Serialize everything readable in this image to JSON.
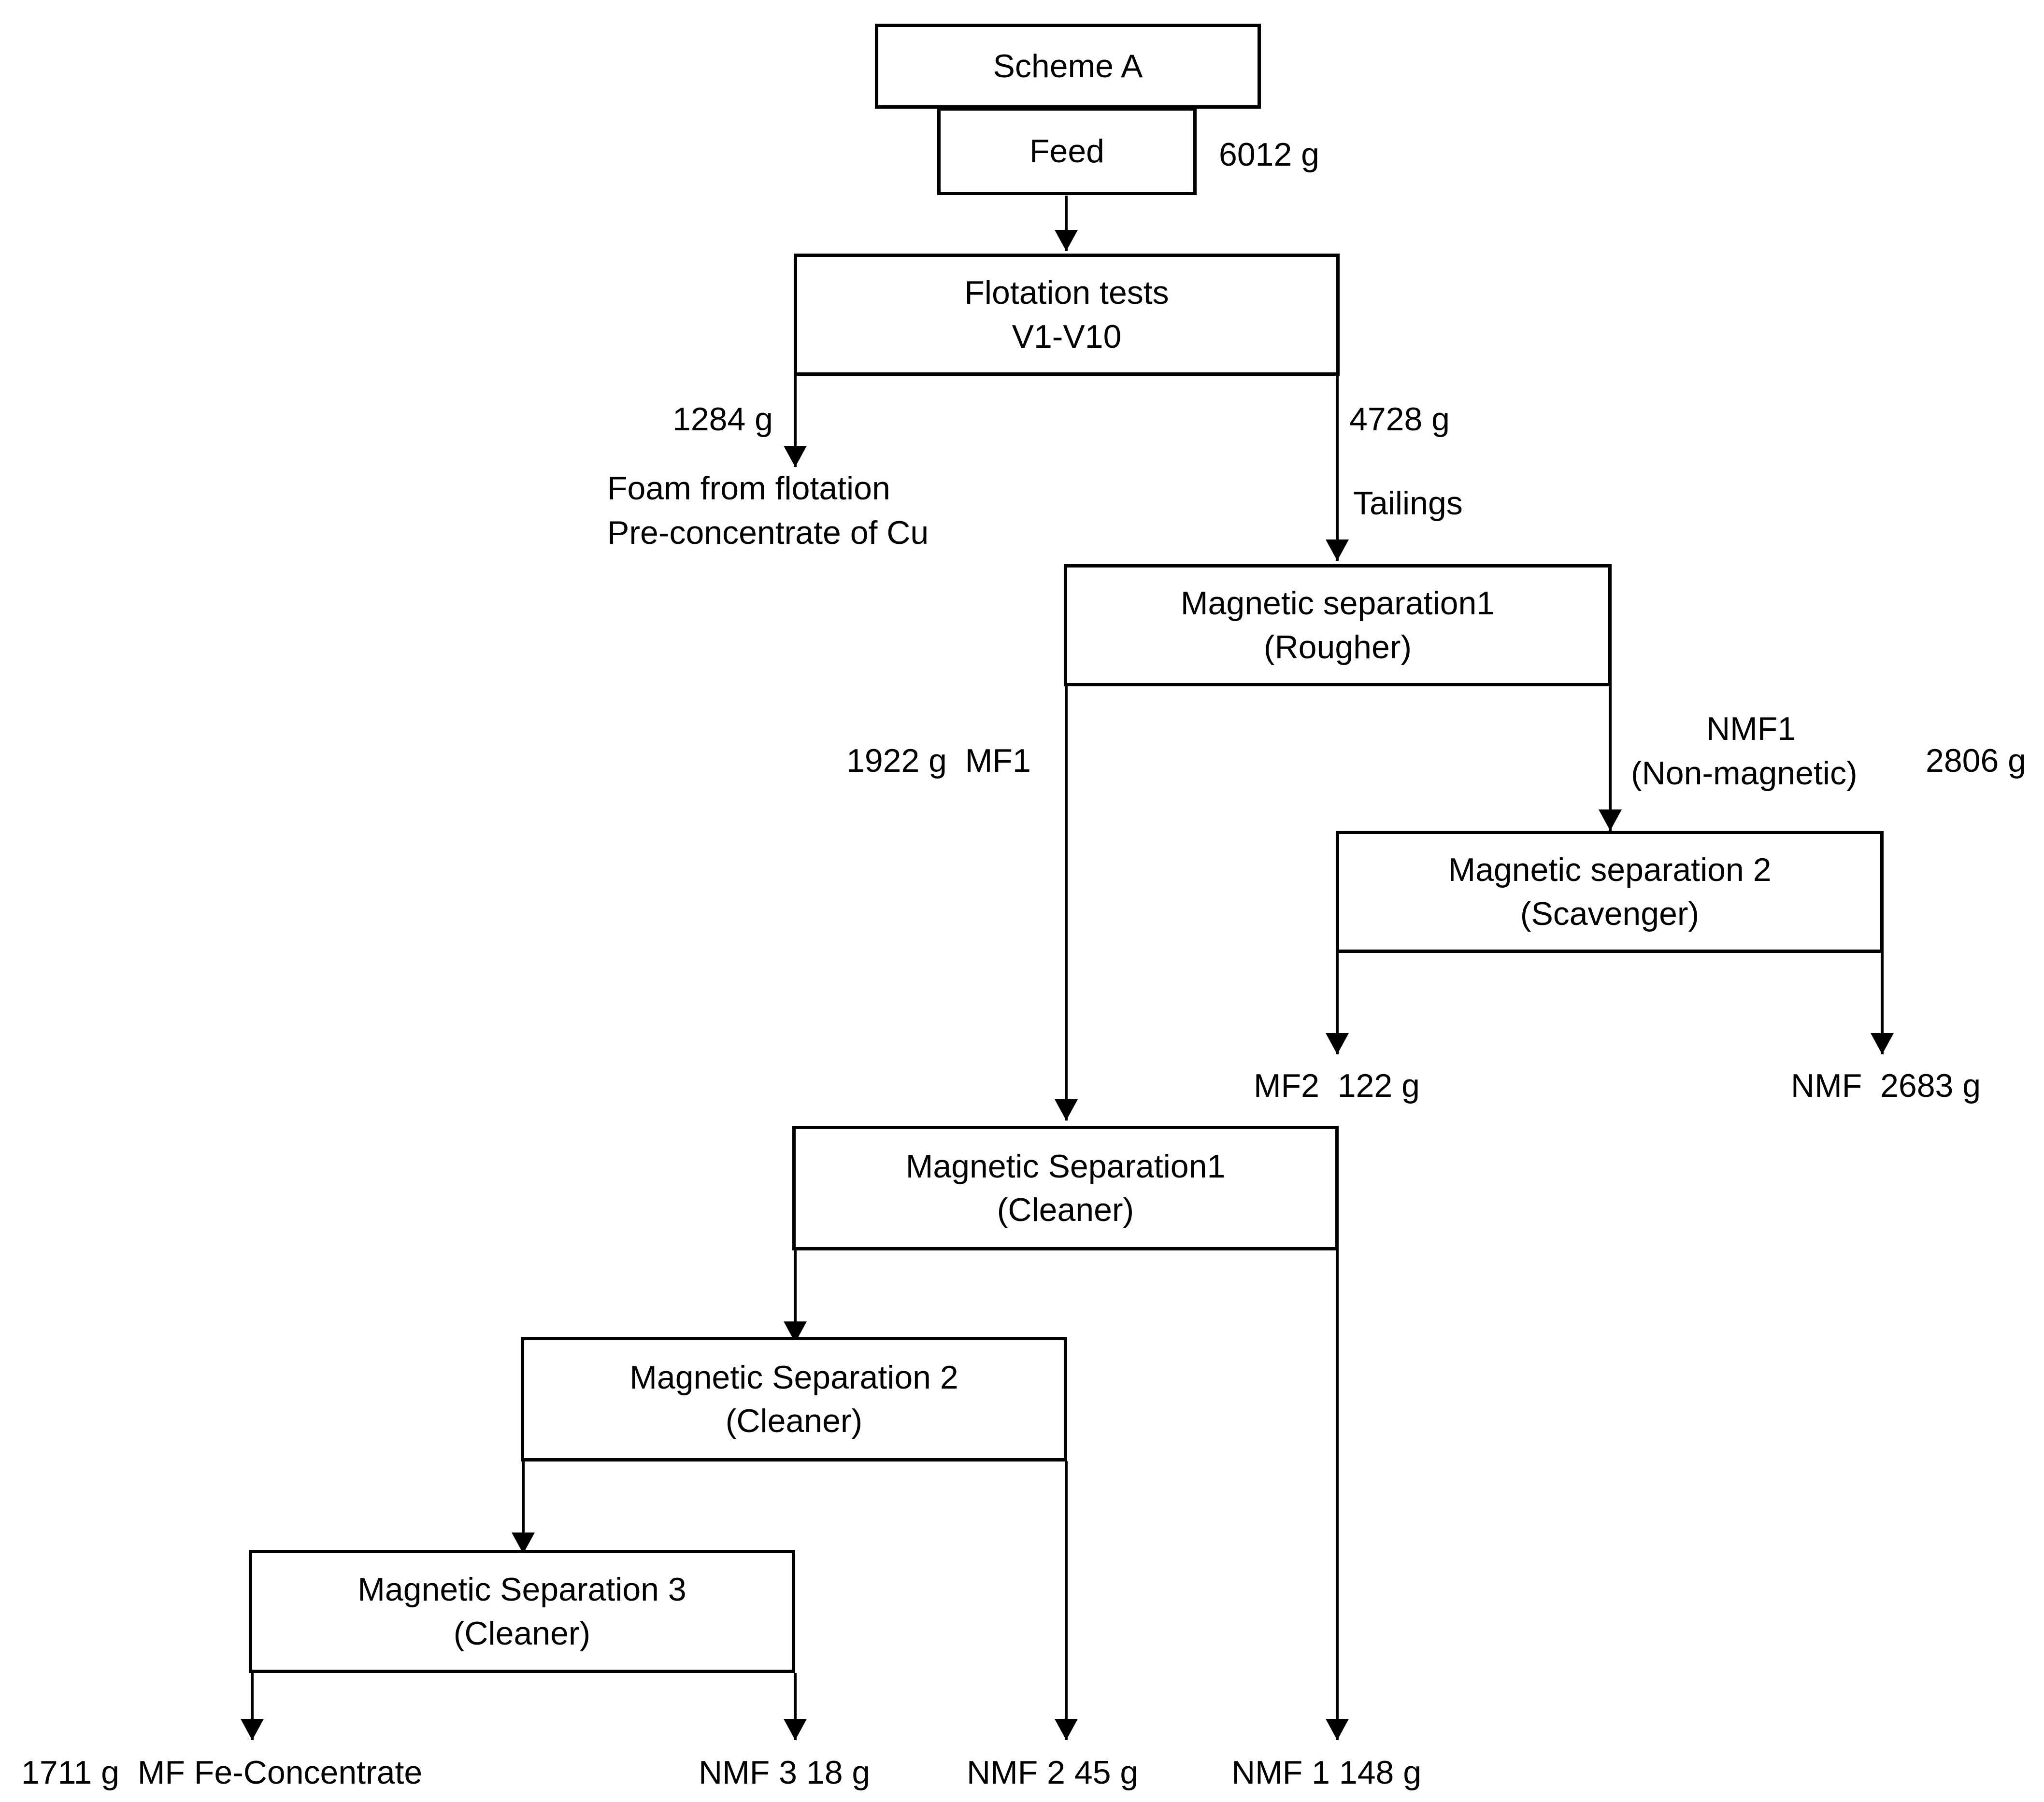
{
  "diagram": {
    "title": "Scheme A",
    "nodes": {
      "feed": "Feed",
      "flotation": [
        "Flotation tests",
        "V1-V10"
      ],
      "mag_rougher": [
        "Magnetic separation1",
        "(Rougher)"
      ],
      "mag_scavenger": [
        "Magnetic separation 2",
        "(Scavenger)"
      ],
      "mag_cleaner1": [
        "Magnetic Separation1",
        "(Cleaner)"
      ],
      "mag_cleaner2": [
        "Magnetic Separation 2",
        "(Cleaner)"
      ],
      "mag_cleaner3": [
        "Magnetic Separation 3",
        "(Cleaner)"
      ]
    },
    "labels": {
      "feed_mass": "6012 g",
      "froth_mass": "1284 g",
      "froth_text": [
        "Foam from flotation",
        "Pre-concentrate of Cu"
      ],
      "tailings_mass": "4728 g",
      "tailings_text": "Tailings",
      "mf1": "1922 g  MF1",
      "nmf1_text": [
        "NMF1",
        "(Non-magnetic)"
      ],
      "nmf1_mass": "2806 g",
      "mf2": "MF2  122 g",
      "nmf_scav": "NMF  2683 g",
      "mf_fe": "1711 g  MF Fe-Concentrate",
      "nmf3": "NMF 3 18 g",
      "nmf2": "NMF 2 45 g",
      "nmf1_out": "NMF 1 148 g"
    }
  }
}
